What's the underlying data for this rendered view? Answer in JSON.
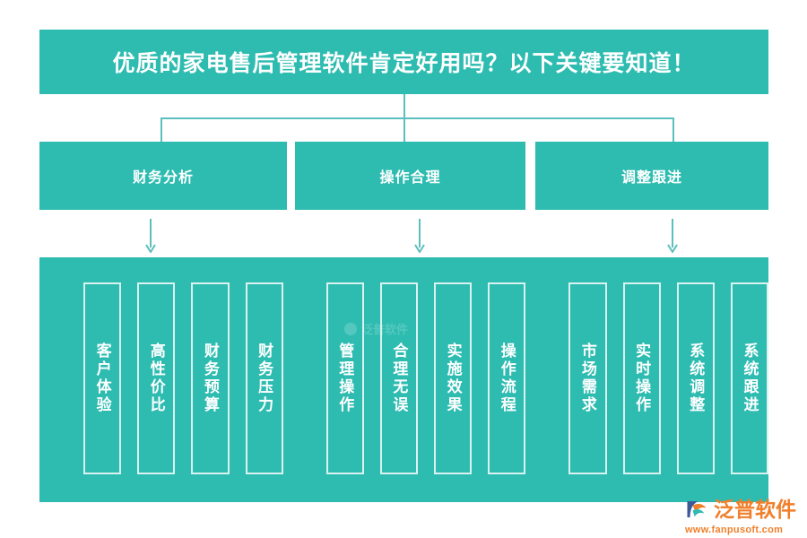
{
  "title": {
    "text": "优质的家电售后管理软件肯定好用吗？以下关键要知道！"
  },
  "colors": {
    "teal": "#2EBCB1",
    "connector": "#5BBFBC",
    "box_border": "#D9F2EF",
    "logo_orange": "#F07F2A",
    "background": "#FFFFFF"
  },
  "branches": [
    {
      "label": "财务分析",
      "leaves": [
        "客户体验",
        "高性价比",
        "财务预算",
        "财务压力"
      ]
    },
    {
      "label": "操作合理",
      "leaves": [
        "管理操作",
        "合理无误",
        "实施效果",
        "操作流程"
      ]
    },
    {
      "label": "调整跟进",
      "leaves": [
        "市场需求",
        "实时操作",
        "系统调整",
        "系统跟进"
      ]
    }
  ],
  "watermark": {
    "text": "泛普软件"
  },
  "logo": {
    "name": "泛普软件",
    "url": "www.fanpusoft.com"
  }
}
